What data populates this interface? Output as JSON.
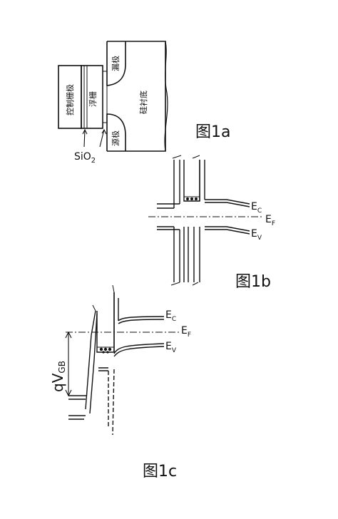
{
  "figure_1a": {
    "caption": "图1a",
    "control_gate": "控制栅极",
    "floating_gate": "浮栅",
    "drain": "漏极",
    "source": "源极",
    "substrate": "硅衬底",
    "oxide_label": "SiO",
    "oxide_sub": "2"
  },
  "figure_1b": {
    "caption": "图1b",
    "ec": "E",
    "ec_sub": "C",
    "ef": "E",
    "ef_sub": "F",
    "ev": "E",
    "ev_sub": "V"
  },
  "figure_1c": {
    "caption": "图1c",
    "ec": "E",
    "ec_sub": "C",
    "ef": "E",
    "ef_sub": "F",
    "ev": "E",
    "ev_sub": "V",
    "qv_main": "qV",
    "qv_sub": "GB"
  }
}
